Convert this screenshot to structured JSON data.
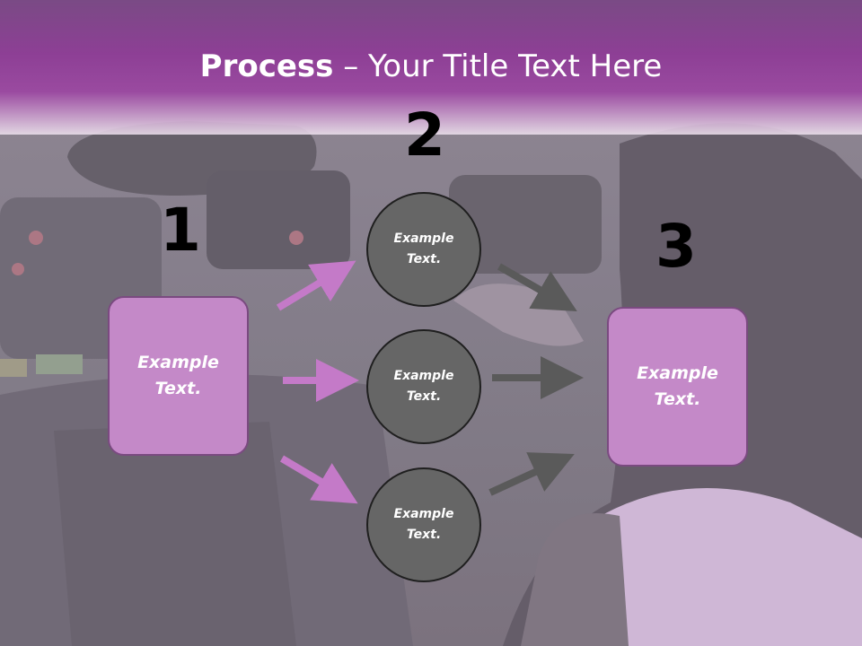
{
  "title": {
    "bold": "Process",
    "dash": " – ",
    "rest": "Your Title Text Here"
  },
  "steps": [
    {
      "number": "1",
      "text": "Example Text."
    },
    {
      "number": "2",
      "text": "Example Text."
    },
    {
      "number": "3",
      "text": "Example Text."
    }
  ],
  "circles": [
    {
      "text": "Example Text."
    },
    {
      "text": "Example Text."
    },
    {
      "text": "Example Text."
    }
  ],
  "colors": {
    "accent": "#9a4aa0",
    "box_fill": "#c489c8",
    "circle_fill": "#666666",
    "pink_arrow": "#c47ac8",
    "gray_arrow": "#5a5a5a"
  }
}
